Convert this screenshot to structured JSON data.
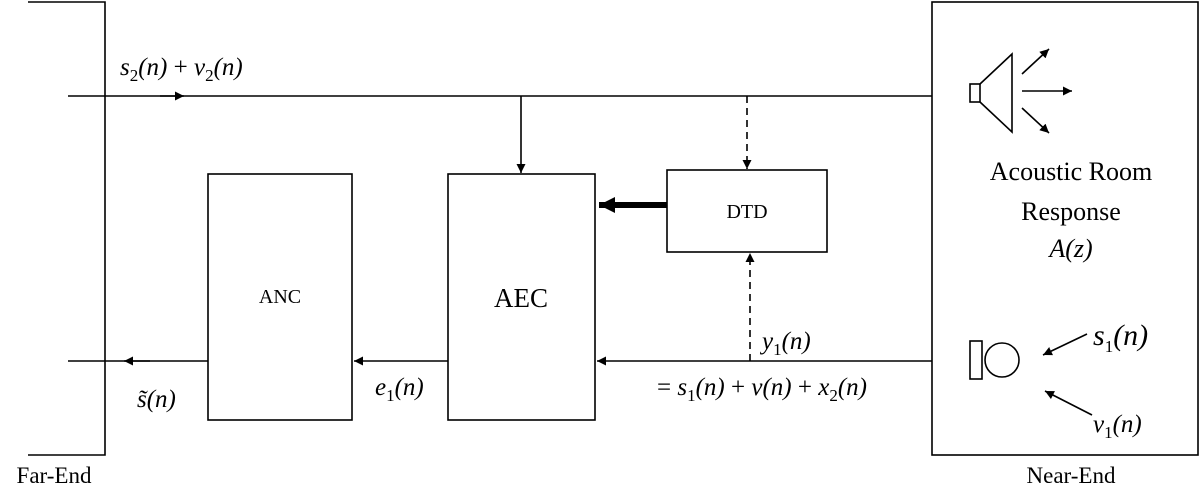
{
  "colors": {
    "stroke": "#000000",
    "background": "#ffffff"
  },
  "icons": {
    "speaker": "loudspeaker-icon",
    "microphone": "microphone-icon"
  },
  "blocks": {
    "anc": "ANC",
    "aec": "AEC",
    "dtd": "DTD"
  },
  "regions": {
    "far_end": "Far-End",
    "near_end": "Near-End"
  },
  "room": {
    "line1": "Acoustic Room",
    "line2": "Response",
    "transfer": "A(z)"
  },
  "signals": {
    "top": {
      "a": "s",
      "a_sub": "2",
      "a_arg": "(n)",
      "op": " + ",
      "b": "v",
      "b_sub": "2",
      "b_arg": "(n)"
    },
    "y1": {
      "var": "y",
      "sub": "1",
      "arg": "(n)"
    },
    "y1_expansion": {
      "eq": "= ",
      "t1": "s",
      "t1_sub": "1",
      "t1_arg": "(n)",
      "op1": " + ",
      "t2": "v",
      "t2_arg": "(n)",
      "op2": " + ",
      "t3": "x",
      "t3_sub": "2",
      "t3_arg": "(n)"
    },
    "e1": {
      "var": "e",
      "sub": "1",
      "arg": "(n)"
    },
    "s_tilde": {
      "var": "s̃",
      "arg": "(n)"
    },
    "s1": {
      "var": "s",
      "sub": "1",
      "arg": "(n)"
    },
    "v1": {
      "var": "v",
      "sub": "1",
      "arg": "(n)"
    }
  }
}
